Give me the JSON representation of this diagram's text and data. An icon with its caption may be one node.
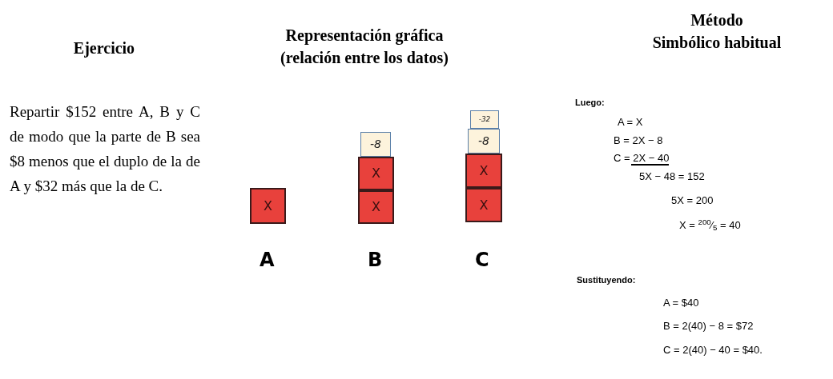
{
  "diagram": {
    "nodes": [
      {
        "text": [
          "X"
        ]
      },
      {
        "text": [
          "-8"
        ]
      },
      {
        "text": [
          "X"
        ]
      },
      {
        "text": [
          "X"
        ]
      },
      {
        "text": [
          "-32"
        ]
      },
      {
        "text": [
          "-8"
        ]
      },
      {
        "text": [
          "X"
        ]
      },
      {
        "text": [
          "X"
        ]
      }
    ],
    "labels": [
      "Ejercicio",
      "Representación gráfica (relación entre los datos)",
      "Método",
      "Simbólico habitual",
      "Repartir $152 entre A, B y C de modo que la parte de B sea $8 menos que el duplo de la de A y $32 más que la de C.",
      "A",
      "B",
      "C",
      "Luego:",
      "A = X",
      "B = 2X − 8",
      "C = 2X − 40",
      "5X − 48 = 152",
      "5X = 200",
      "X = $^{200}$⁄$_{5}$ = 40",
      "Sustituyendo:",
      "A = $40",
      "B = 2(40) − 8 = $72",
      "C = 2(40) − 40 = $40."
    ]
  }
}
